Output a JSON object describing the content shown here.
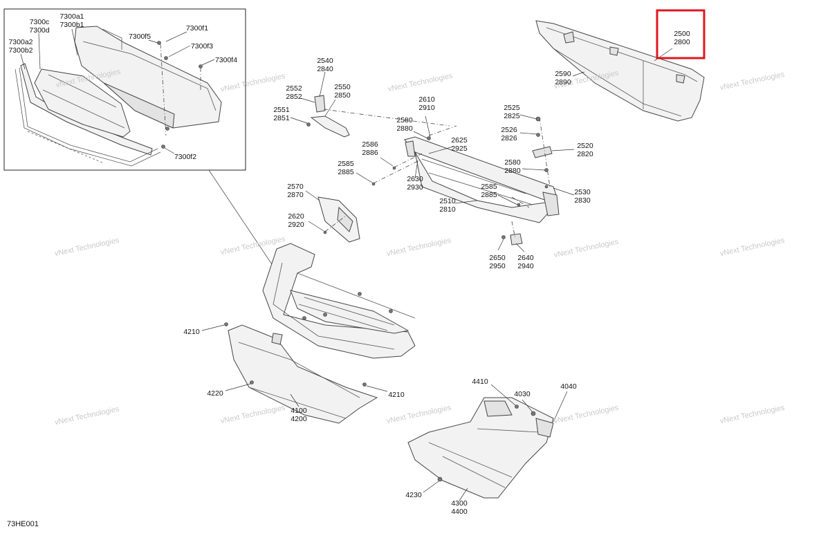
{
  "callouts": [
    {
      "id": "c-7300c",
      "lines": [
        "7300c",
        "7300d"
      ]
    },
    {
      "id": "c-7300a1",
      "lines": [
        "7300a1",
        "7300b1"
      ]
    },
    {
      "id": "c-7300a2",
      "lines": [
        "7300a2",
        "7300b2"
      ]
    },
    {
      "id": "c-7300f5",
      "lines": [
        "7300f5"
      ]
    },
    {
      "id": "c-7300f1",
      "lines": [
        "7300f1"
      ]
    },
    {
      "id": "c-7300f3",
      "lines": [
        "7300f3"
      ]
    },
    {
      "id": "c-7300f4",
      "lines": [
        "7300f4"
      ]
    },
    {
      "id": "c-7300f2",
      "lines": [
        "7300f2"
      ]
    },
    {
      "id": "c-2500",
      "lines": [
        "2500",
        "2800"
      ]
    },
    {
      "id": "c-2590",
      "lines": [
        "2590",
        "2890"
      ]
    },
    {
      "id": "c-2540",
      "lines": [
        "2540",
        "2840"
      ]
    },
    {
      "id": "c-2552",
      "lines": [
        "2552",
        "2852"
      ]
    },
    {
      "id": "c-2550",
      "lines": [
        "2550",
        "2850"
      ]
    },
    {
      "id": "c-2551",
      "lines": [
        "2551",
        "2851"
      ]
    },
    {
      "id": "c-2610",
      "lines": [
        "2610",
        "2910"
      ]
    },
    {
      "id": "c-2580a",
      "lines": [
        "2580",
        "2880"
      ]
    },
    {
      "id": "c-2586",
      "lines": [
        "2586",
        "2886"
      ]
    },
    {
      "id": "c-2625",
      "lines": [
        "2625",
        "2925"
      ]
    },
    {
      "id": "c-2585a",
      "lines": [
        "2585",
        "2885"
      ]
    },
    {
      "id": "c-2630",
      "lines": [
        "2630",
        "2930"
      ]
    },
    {
      "id": "c-2525",
      "lines": [
        "2525",
        "2825"
      ]
    },
    {
      "id": "c-2526",
      "lines": [
        "2526",
        "2826"
      ]
    },
    {
      "id": "c-2520",
      "lines": [
        "2520",
        "2820"
      ]
    },
    {
      "id": "c-2580b",
      "lines": [
        "2580",
        "2880"
      ]
    },
    {
      "id": "c-2530",
      "lines": [
        "2530",
        "2830"
      ]
    },
    {
      "id": "c-2585b",
      "lines": [
        "2585",
        "2885"
      ]
    },
    {
      "id": "c-2510",
      "lines": [
        "2510",
        "2810"
      ]
    },
    {
      "id": "c-2570",
      "lines": [
        "2570",
        "2870"
      ]
    },
    {
      "id": "c-2620",
      "lines": [
        "2620",
        "2920"
      ]
    },
    {
      "id": "c-2650",
      "lines": [
        "2650",
        "2950"
      ]
    },
    {
      "id": "c-2640",
      "lines": [
        "2640",
        "2940"
      ]
    },
    {
      "id": "c-4210a",
      "lines": [
        "4210"
      ]
    },
    {
      "id": "c-4220",
      "lines": [
        "4220"
      ]
    },
    {
      "id": "c-4210b",
      "lines": [
        "4210"
      ]
    },
    {
      "id": "c-4100",
      "lines": [
        "4100",
        "4200"
      ]
    },
    {
      "id": "c-4410",
      "lines": [
        "4410"
      ]
    },
    {
      "id": "c-4030",
      "lines": [
        "4030"
      ]
    },
    {
      "id": "c-4040",
      "lines": [
        "4040"
      ]
    },
    {
      "id": "c-4230",
      "lines": [
        "4230"
      ]
    },
    {
      "id": "c-4300",
      "lines": [
        "4300",
        "4400"
      ]
    }
  ],
  "watermark": "vNext Technologies",
  "diagram_code": "73HE001",
  "colors": {
    "highlight_box": "#e0161e",
    "line": "#333333",
    "part_fill": "#f2f2f2",
    "watermark": "#c9c9c9"
  }
}
